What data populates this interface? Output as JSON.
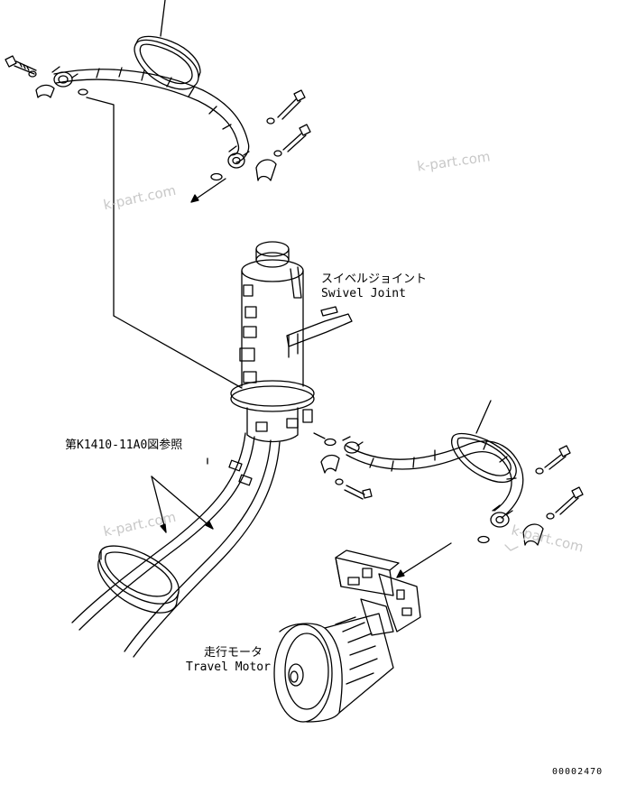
{
  "labels": {
    "swivel_joint_jp": "スイベルジョイント",
    "swivel_joint_en": "Swivel Joint",
    "reference": "第K1410-11A0図参照",
    "travel_motor_jp": "走行モータ",
    "travel_motor_en": "Travel Motor",
    "drawing_number": "00002470"
  },
  "watermarks": [
    "k-part.com",
    "k-part.com",
    "k-part.com",
    "k-part.com"
  ],
  "colors": {
    "line": "#000000",
    "watermark": "#c8c8c8"
  }
}
